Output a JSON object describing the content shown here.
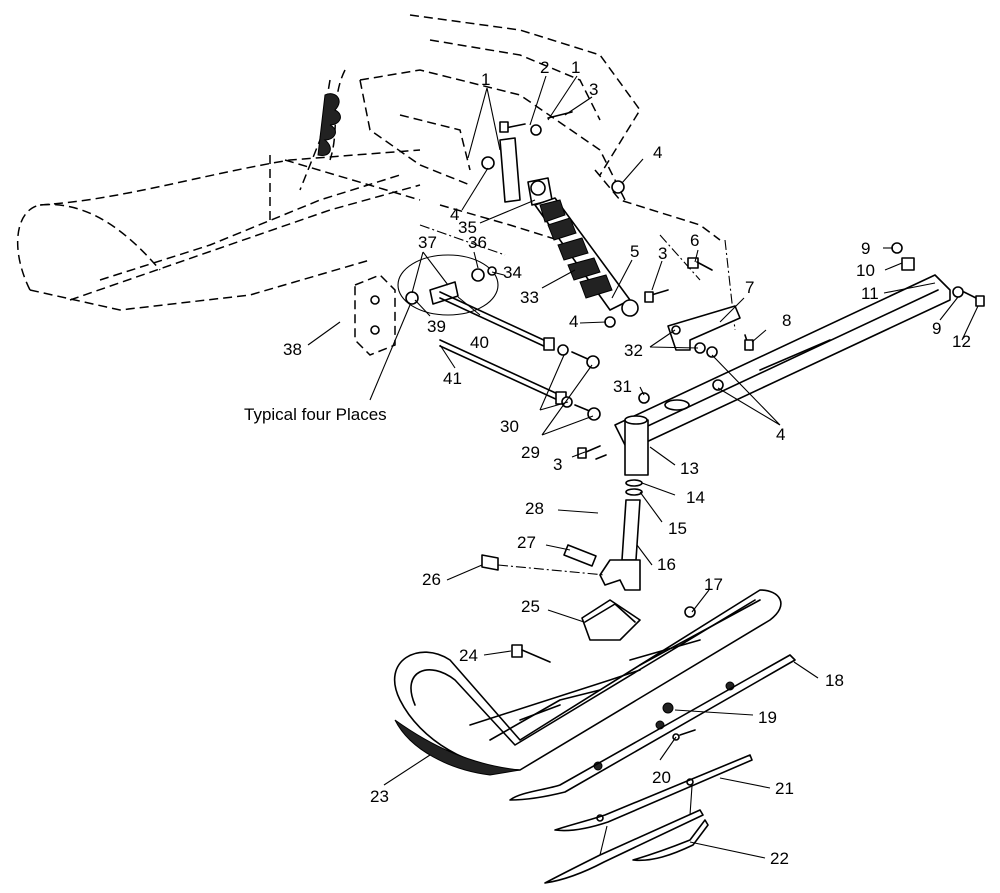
{
  "callouts": [
    "1",
    "2",
    "1",
    "3",
    "4",
    "4",
    "35",
    "5",
    "6",
    "3",
    "9",
    "10",
    "11",
    "9",
    "12",
    "37",
    "36",
    "34",
    "33",
    "7",
    "8",
    "4",
    "32",
    "4",
    "38",
    "39",
    "40",
    "41",
    "31",
    "30",
    "29",
    "3",
    "13",
    "14",
    "15",
    "28",
    "27",
    "16",
    "26",
    "17",
    "25",
    "24",
    "18",
    "19",
    "20",
    "21",
    "22",
    "23"
  ],
  "note": "Typical four Places"
}
